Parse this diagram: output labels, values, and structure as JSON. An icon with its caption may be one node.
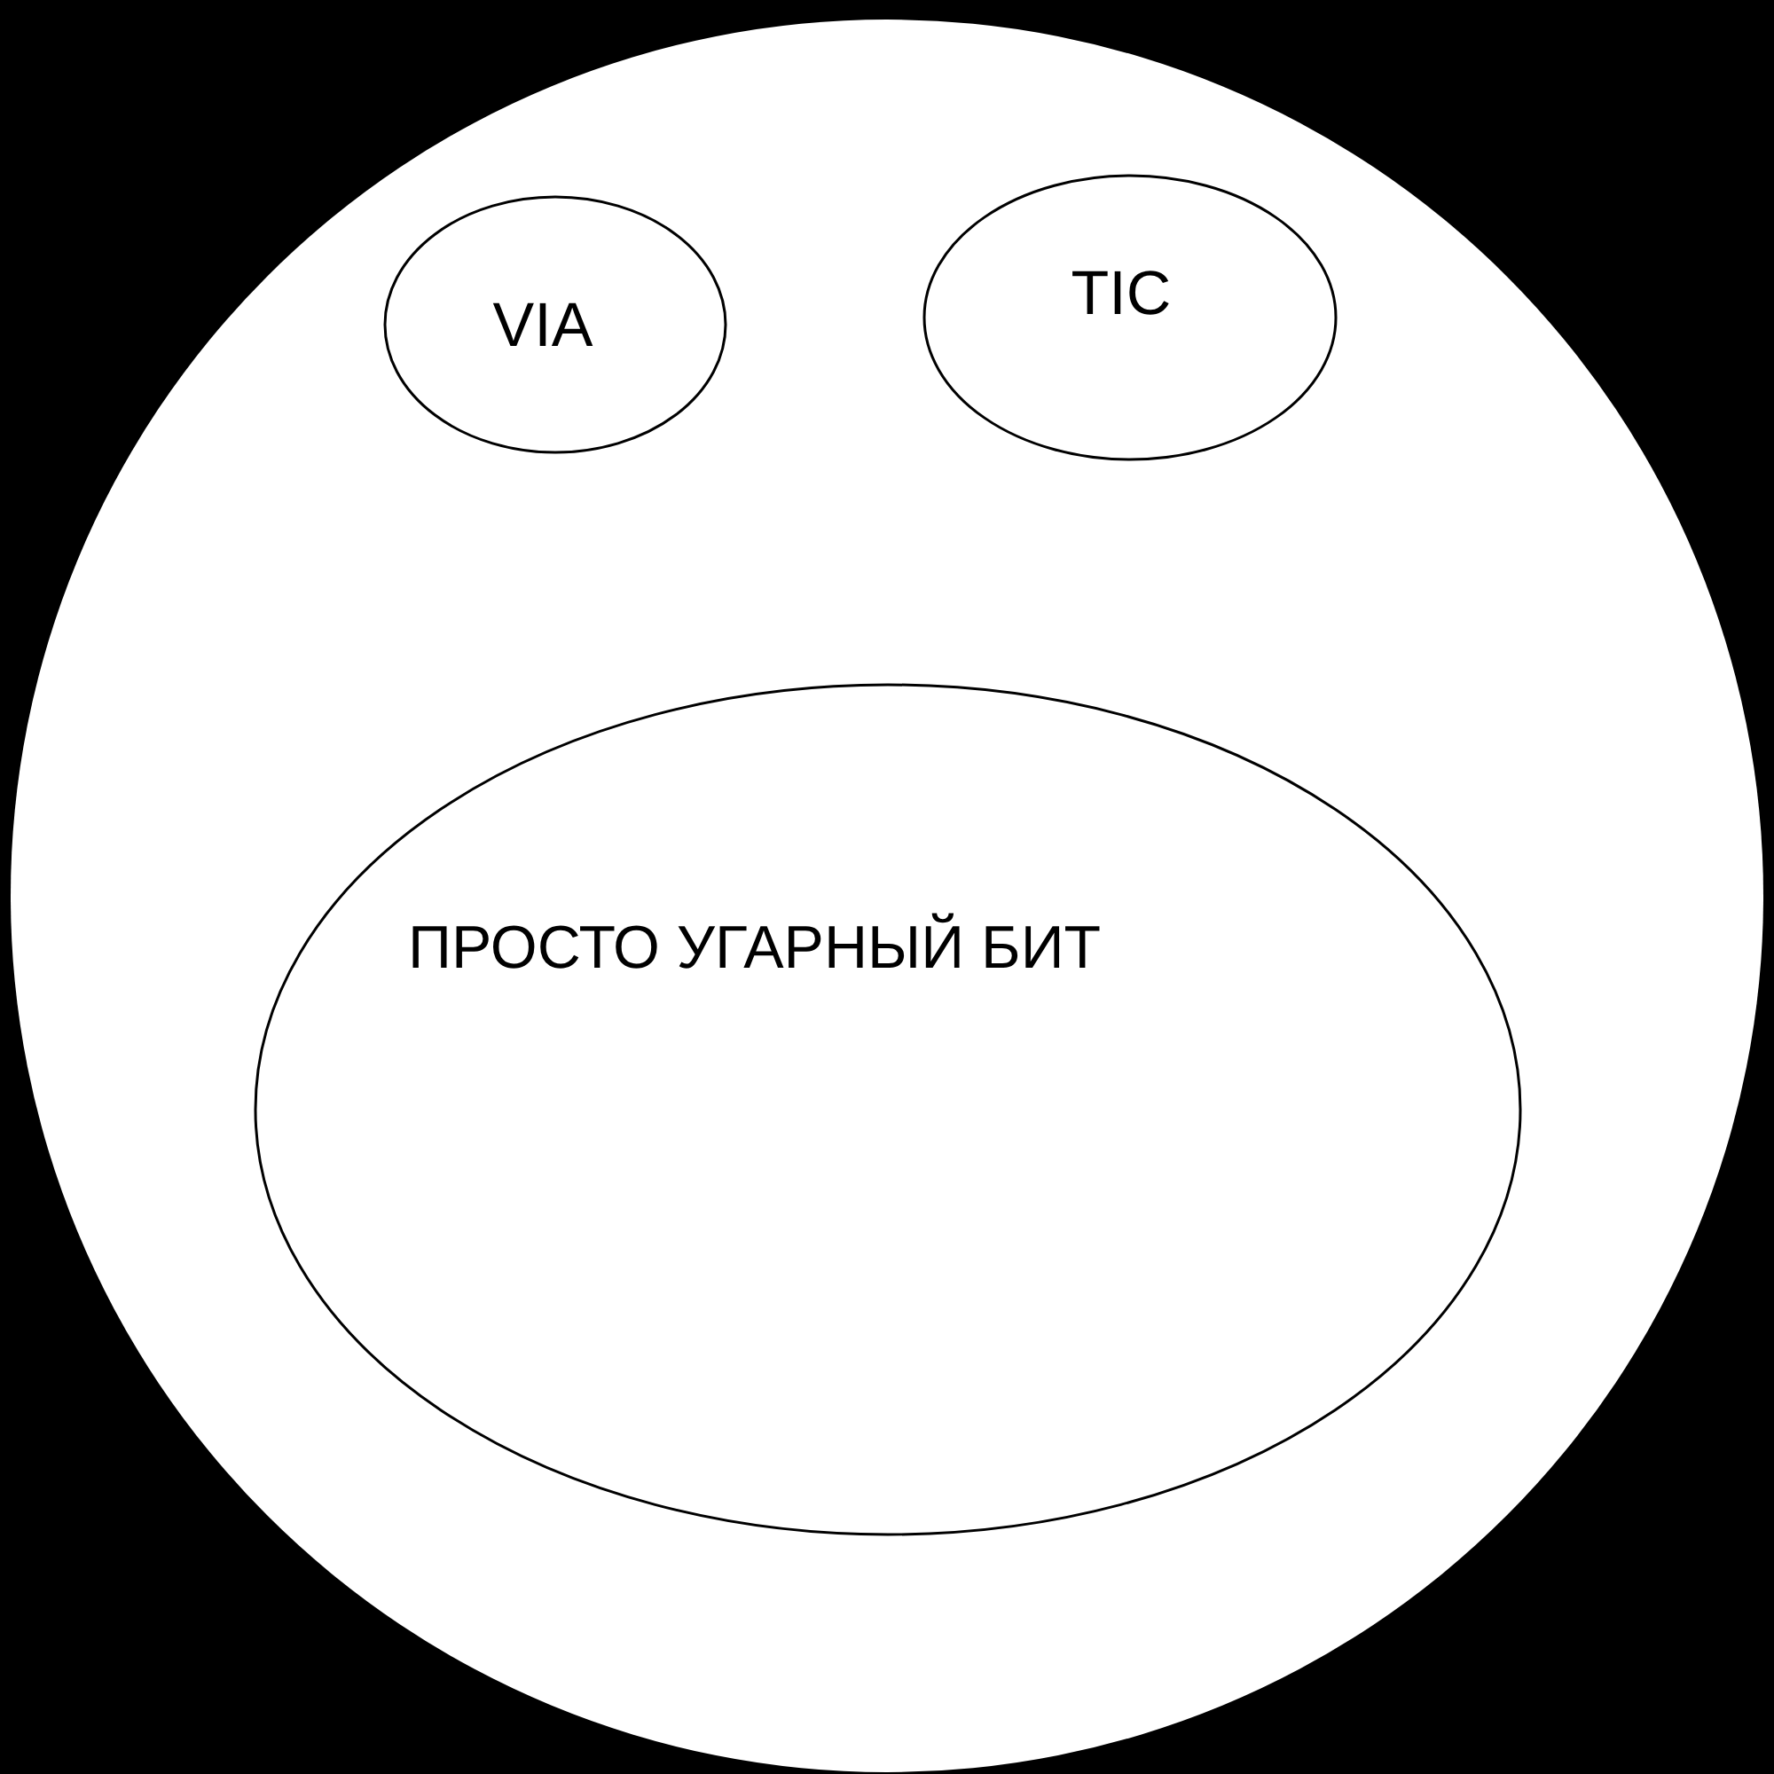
{
  "diagram": {
    "nodes": [
      {
        "text": [],
        "shape": "circle"
      },
      {
        "text": [
          "VIA"
        ],
        "in": 0
      },
      {
        "text": [
          "TIC"
        ],
        "in": 0
      },
      {
        "text": [
          "ПРОСТО УГАРНЫЙ БИТ"
        ],
        "in": 0
      }
    ]
  }
}
